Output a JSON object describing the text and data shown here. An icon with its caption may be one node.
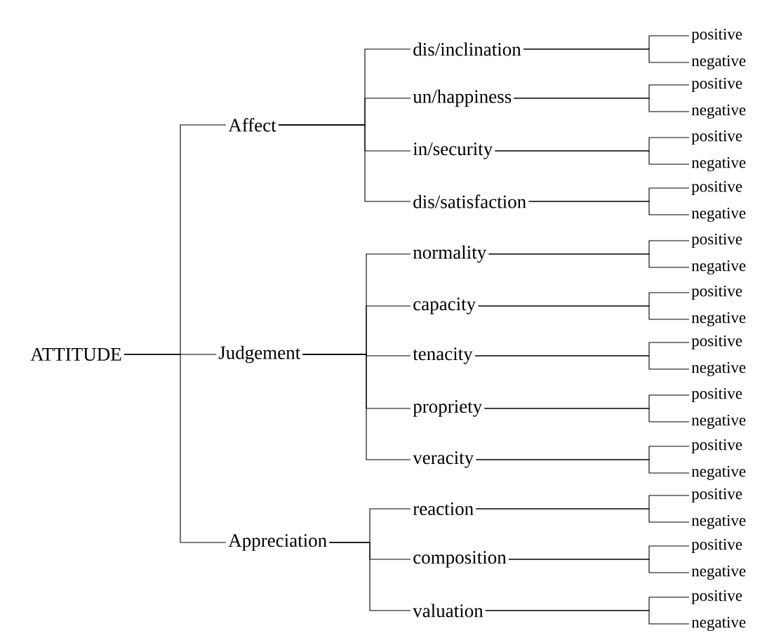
{
  "diagram": {
    "nodes": [
      {
        "text": [
          "ATTITUDE"
        ]
      },
      {
        "text": [
          "Affect"
        ]
      },
      {
        "text": [
          "Judgement"
        ]
      },
      {
        "text": [
          "Appreciation"
        ]
      },
      {
        "text": [
          "dis/inclination"
        ]
      },
      {
        "text": [
          "un/happiness"
        ]
      },
      {
        "text": [
          "in/security"
        ]
      },
      {
        "text": [
          "dis/satisfaction"
        ]
      },
      {
        "text": [
          "normality"
        ]
      },
      {
        "text": [
          "capacity"
        ]
      },
      {
        "text": [
          "tenacity"
        ]
      },
      {
        "text": [
          "propriety"
        ]
      },
      {
        "text": [
          "veracity"
        ]
      },
      {
        "text": [
          "reaction"
        ]
      },
      {
        "text": [
          "composition"
        ]
      },
      {
        "text": [
          "valuation"
        ]
      },
      {
        "text": [
          "positive"
        ]
      },
      {
        "text": [
          "negative"
        ]
      },
      {
        "text": [
          "positive"
        ]
      },
      {
        "text": [
          "negative"
        ]
      },
      {
        "text": [
          "positive"
        ]
      },
      {
        "text": [
          "negative"
        ]
      },
      {
        "text": [
          "positive"
        ]
      },
      {
        "text": [
          "negative"
        ]
      },
      {
        "text": [
          "positive"
        ]
      },
      {
        "text": [
          "negative"
        ]
      },
      {
        "text": [
          "positive"
        ]
      },
      {
        "text": [
          "negative"
        ]
      },
      {
        "text": [
          "positive"
        ]
      },
      {
        "text": [
          "negative"
        ]
      },
      {
        "text": [
          "positive"
        ]
      },
      {
        "text": [
          "negative"
        ]
      },
      {
        "text": [
          "positive"
        ]
      },
      {
        "text": [
          "negative"
        ]
      },
      {
        "text": [
          "positive"
        ]
      },
      {
        "text": [
          "negative"
        ]
      },
      {
        "text": [
          "positive"
        ]
      },
      {
        "text": [
          "negative"
        ]
      },
      {
        "text": [
          "positive"
        ]
      },
      {
        "text": [
          "negative"
        ]
      }
    ],
    "edges": [
      {
        "from": 0,
        "to": 1,
        "arrow": "none"
      },
      {
        "from": 0,
        "to": 2,
        "arrow": "none"
      },
      {
        "from": 0,
        "to": 3,
        "arrow": "none"
      },
      {
        "from": 1,
        "to": 4,
        "arrow": "none"
      },
      {
        "from": 1,
        "to": 5,
        "arrow": "none"
      },
      {
        "from": 1,
        "to": 6,
        "arrow": "none"
      },
      {
        "from": 1,
        "to": 7,
        "arrow": "none"
      },
      {
        "from": 2,
        "to": 8,
        "arrow": "none"
      },
      {
        "from": 2,
        "to": 9,
        "arrow": "none"
      },
      {
        "from": 2,
        "to": 10,
        "arrow": "none"
      },
      {
        "from": 2,
        "to": 11,
        "arrow": "none"
      },
      {
        "from": 2,
        "to": 12,
        "arrow": "none"
      },
      {
        "from": 3,
        "to": 13,
        "arrow": "none"
      },
      {
        "from": 3,
        "to": 14,
        "arrow": "none"
      },
      {
        "from": 3,
        "to": 15,
        "arrow": "none"
      },
      {
        "from": 4,
        "to": 16,
        "arrow": "none"
      },
      {
        "from": 4,
        "to": 17,
        "arrow": "none"
      },
      {
        "from": 5,
        "to": 18,
        "arrow": "none"
      },
      {
        "from": 5,
        "to": 19,
        "arrow": "none"
      },
      {
        "from": 6,
        "to": 20,
        "arrow": "none"
      },
      {
        "from": 6,
        "to": 21,
        "arrow": "none"
      },
      {
        "from": 7,
        "to": 22,
        "arrow": "none"
      },
      {
        "from": 7,
        "to": 23,
        "arrow": "none"
      },
      {
        "from": 8,
        "to": 24,
        "arrow": "none"
      },
      {
        "from": 8,
        "to": 25,
        "arrow": "none"
      },
      {
        "from": 9,
        "to": 26,
        "arrow": "none"
      },
      {
        "from": 9,
        "to": 27,
        "arrow": "none"
      },
      {
        "from": 10,
        "to": 28,
        "arrow": "none"
      },
      {
        "from": 10,
        "to": 29,
        "arrow": "none"
      },
      {
        "from": 11,
        "to": 30,
        "arrow": "none"
      },
      {
        "from": 11,
        "to": 31,
        "arrow": "none"
      },
      {
        "from": 12,
        "to": 32,
        "arrow": "none"
      },
      {
        "from": 12,
        "to": 33,
        "arrow": "none"
      },
      {
        "from": 13,
        "to": 34,
        "arrow": "none"
      },
      {
        "from": 13,
        "to": 35,
        "arrow": "none"
      },
      {
        "from": 14,
        "to": 36,
        "arrow": "none"
      },
      {
        "from": 14,
        "to": 37,
        "arrow": "none"
      },
      {
        "from": 15,
        "to": 38,
        "arrow": "none"
      },
      {
        "from": 15,
        "to": 39,
        "arrow": "none"
      }
    ]
  }
}
